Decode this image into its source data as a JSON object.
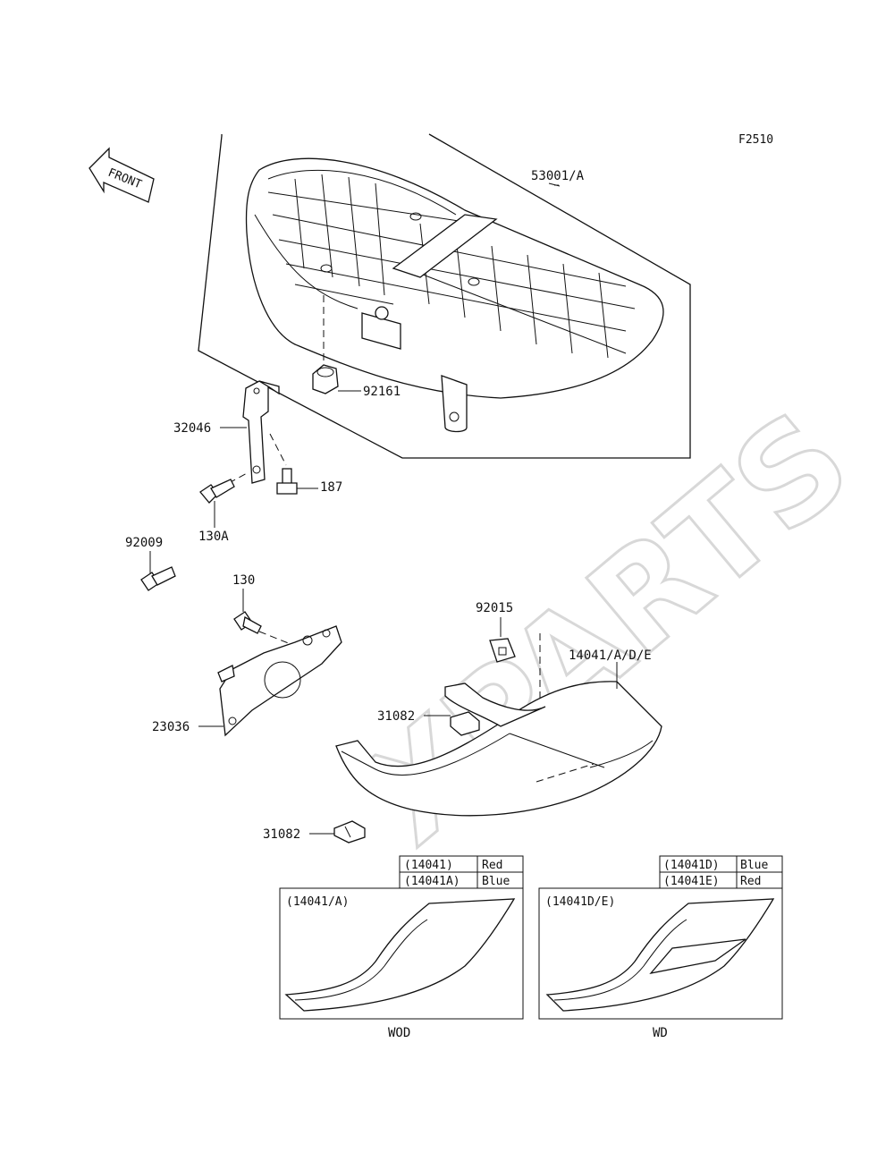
{
  "figure_code": "F2510",
  "front_arrow_label": "FRONT",
  "watermark": "XPARTS",
  "parts": {
    "seat": "53001/A",
    "rubber_92161": "92161",
    "bracket_32046": "32046",
    "bolt_187": "187",
    "bolt_130A": "130A",
    "bolt_92009": "92009",
    "bolt_130": "130",
    "clip_92015": "92015",
    "cover": "14041/A/D/E",
    "stopper_31082_upper": "31082",
    "bracket_23036": "23036",
    "stopper_31082_lower": "31082"
  },
  "color_tables": {
    "left": [
      {
        "code": "(14041)",
        "color": "Red"
      },
      {
        "code": "(14041A)",
        "color": "Blue"
      }
    ],
    "right": [
      {
        "code": "(14041D)",
        "color": "Blue"
      },
      {
        "code": "(14041E)",
        "color": "Red"
      }
    ]
  },
  "variants": {
    "left": {
      "label": "(14041/A)",
      "caption": "WOD"
    },
    "right": {
      "label": "(14041D/E)",
      "caption": "WD"
    }
  }
}
